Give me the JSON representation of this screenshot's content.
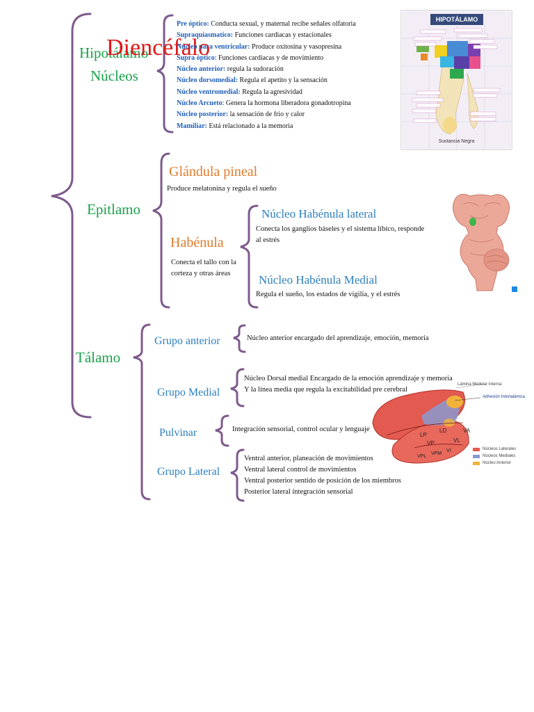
{
  "title": "Diencéfalo",
  "hipotalamo": {
    "label": "Hipotálamo",
    "nucleos_label": "Núcleos",
    "nuclei": [
      {
        "name": "Pre óptico:",
        "desc": " Conducta sexual, y maternal recibe señales olfatoria"
      },
      {
        "name": "Supraquiasmatico:",
        "desc": " Funciones cardiacas y estacionales"
      },
      {
        "name": "Núcleo para ventricular:",
        "desc": " Produce oxitosina y vasopresina"
      },
      {
        "name": "Supra óptico",
        "desc": ": Funciones cardiacas y de movimiento"
      },
      {
        "name": "Núcleo anterior:",
        "desc": " regula la sudoración"
      },
      {
        "name": "Núcleo dorsomedial:",
        "desc": " Regula el apetito y la sensación"
      },
      {
        "name": "Núcleo ventromedial:",
        "desc": " Regula la agresividad"
      },
      {
        "name": "Núcleo Arcueto",
        "desc": ": Genera la hormona liberadora gonadotropina"
      },
      {
        "name": "Núcleo posterior:",
        "desc": " la sensación de frio y calor"
      },
      {
        "name": "Mamiliar:",
        "desc": " Está relacionado a la memoria"
      }
    ],
    "image": {
      "header": "HIPOTÁLAMO",
      "footer": "Sustancia Negra"
    }
  },
  "epitalamo": {
    "label": "Epitlamo",
    "pineal": {
      "title": "Glándula pineal",
      "desc": "Produce melatonina y regula el sueño"
    },
    "habenula": {
      "title": "Habénula",
      "desc_line1": "Conecta el tallo con la",
      "desc_line2": "corteza y otras áreas",
      "lateral": {
        "title": "Núcleo Habénula lateral",
        "desc_line1": "Conecta los ganglios báseles y el sistema líbico, responde",
        "desc_line2": "al estrés"
      },
      "medial": {
        "title": "Núcleo Habénula Medial",
        "desc": "Regula el sueño, los estados de vigilia, y el estrés"
      }
    }
  },
  "talamo": {
    "label": "Tálamo",
    "anterior": {
      "title": "Grupo anterior",
      "desc": "Núcleo anterior encargado del aprendizaje, emoción, memoria"
    },
    "medial": {
      "title": "Grupo Medial",
      "line1": "Núcleo Dorsal medial Encargado de la emoción aprendizaje y memoria",
      "line2": "Y la línea media que regula la excitabilidad pre cerebral"
    },
    "pulvinar": {
      "title": "Pulvinar",
      "desc": "Integración sensorial, control ocular y lenguaje"
    },
    "lateral": {
      "title": "Grupo Lateral",
      "lines": [
        "Ventral anterior, planeación de movimientos",
        "Ventral lateral control de movimientos",
        "Ventral posterior sentido de posición de los miembros",
        "Posterior lateral integración sensorial"
      ]
    },
    "image": {
      "label_lamina": "Lámina Medular Interna",
      "label_adhesion": "Adhesión Intertalámica",
      "legend": [
        "Núcleos Laterales",
        "Núcleos Mediales",
        "Núcleo Anterior"
      ],
      "regions": [
        "LP",
        "LD",
        "VP",
        "VL",
        "VA",
        "VPL",
        "VPM",
        "VI"
      ]
    }
  },
  "colors": {
    "title": "#e01818",
    "section": "#1aa14a",
    "orange": "#e07a2c",
    "blue": "#2b7fc1",
    "brace": "#7d5a8c"
  }
}
